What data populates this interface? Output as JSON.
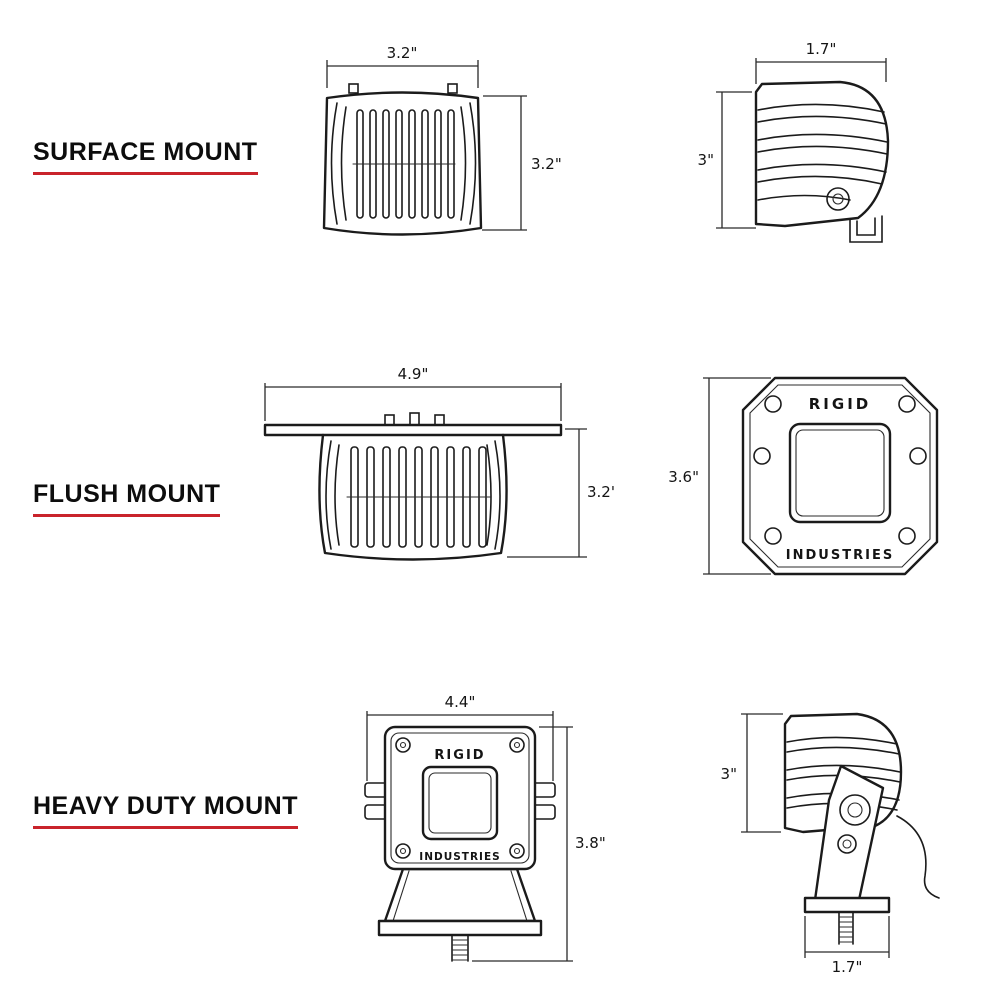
{
  "title": "Light mounting options diagram",
  "accent_red": "#c9232b",
  "rows": [
    {
      "label": "SURFACE MOUNT",
      "rear": {
        "width": "3.2\"",
        "height": "3.2\""
      },
      "side": {
        "width": "1.7\"",
        "height": "3\""
      }
    },
    {
      "label": "FLUSH MOUNT",
      "rear": {
        "width": "4.9\"",
        "height": "3.2\""
      },
      "front": {
        "height": "3.6\"",
        "brand_top": "RIGID",
        "brand_bottom": "INDUSTRIES"
      }
    },
    {
      "label": "HEAVY DUTY MOUNT",
      "front": {
        "width": "4.4\"",
        "height": "3.8\"",
        "brand_top": "RIGID",
        "brand_bottom": "INDUSTRIES"
      },
      "side": {
        "height": "3\"",
        "bottom_width": "1.7\""
      }
    }
  ]
}
